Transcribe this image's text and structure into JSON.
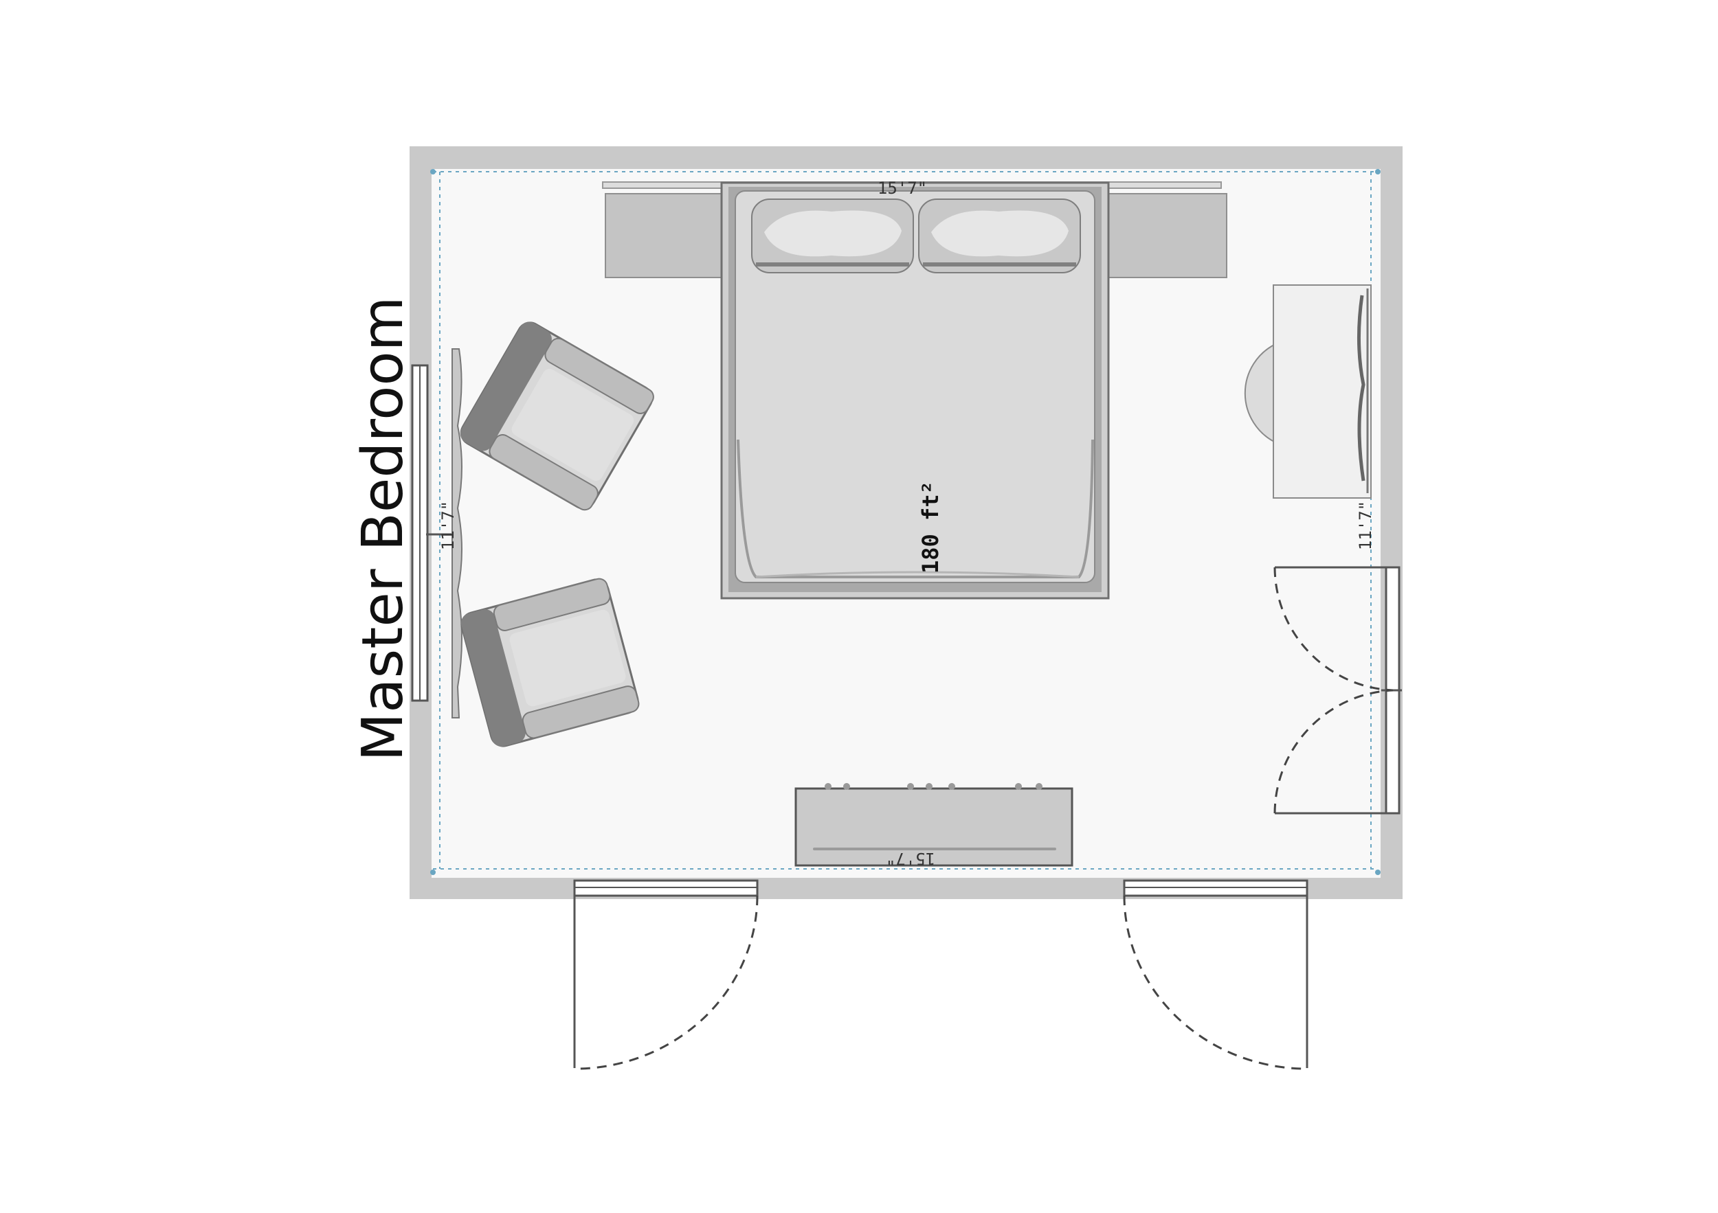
{
  "room": {
    "name": "Master Bedroom",
    "area": "180 ft²"
  },
  "dimensions": {
    "top": "15'7\"",
    "bottom": "15'7\"",
    "left": "11'7\"",
    "right": "11'7\""
  },
  "furniture": {
    "bed": "king-bed",
    "nightstands": 2,
    "armchairs": 2,
    "desk": 1,
    "desk_chair": 1,
    "dresser": 1
  },
  "openings": {
    "windows": 1,
    "doors": 4
  },
  "colors": {
    "wall": "#c9c9c9",
    "floor": "#f8f8f8",
    "dimension_line": "#6aa6c2",
    "furniture": "#d9d9d9",
    "outline": "#555555"
  }
}
